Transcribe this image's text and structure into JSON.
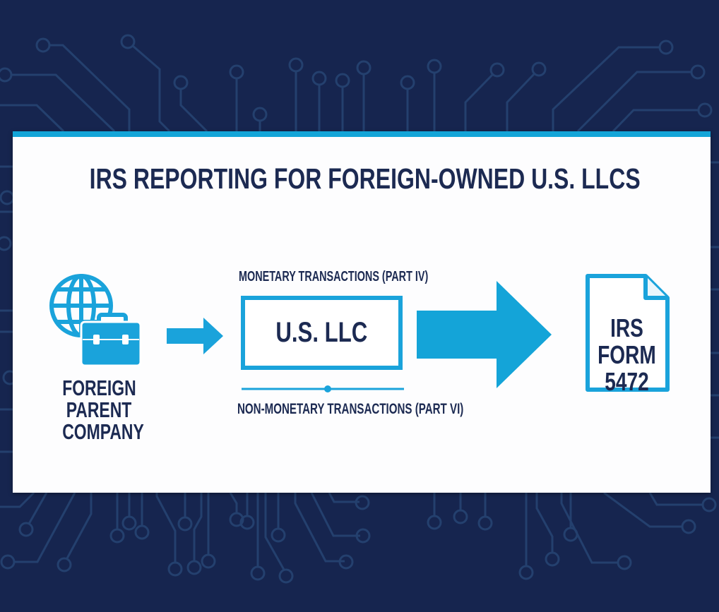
{
  "title": "IRS REPORTING FOR FOREIGN-OWNED U.S. LLCS",
  "colors": {
    "background": "#16254f",
    "circuit_trace": "#24406e",
    "card": "#fdfdfe",
    "accent_blue": "#1aa3db",
    "text_navy": "#1c2a52"
  },
  "nodes": {
    "parent": {
      "icon": "globe-briefcase-icon",
      "label_lines": [
        "FOREIGN",
        "PARENT",
        "COMPANY"
      ]
    },
    "llc": {
      "label": "U.S. LLC",
      "top_annotation": "MONETARY TRANSACTIONS (PART IV)",
      "bottom_annotation": "NON-MONETARY TRANSACTIONS (PART VI)"
    },
    "form": {
      "icon": "document-icon",
      "label_lines": [
        "IRS",
        "FORM",
        "5472"
      ]
    }
  },
  "edges": [
    {
      "from": "parent",
      "to": "llc",
      "style": "small-arrow"
    },
    {
      "from": "llc",
      "to": "form",
      "style": "large-arrow"
    }
  ]
}
